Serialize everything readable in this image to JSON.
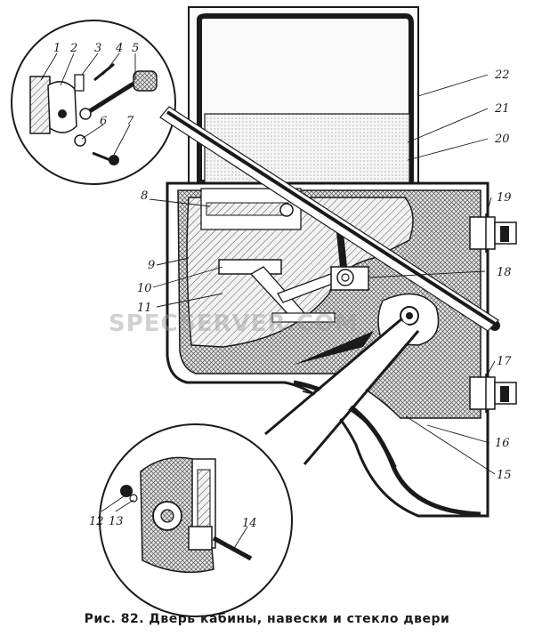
{
  "caption": "Рис. 82. Дверь кабины, навески и стекло двери",
  "watermark": "SPECSERVER.COM",
  "callouts": {
    "c1": "1",
    "c2": "2",
    "c3": "3",
    "c4": "4",
    "c5": "5",
    "c6": "6",
    "c7": "7",
    "c8": "8",
    "c9": "9",
    "c10": "10",
    "c11": "11",
    "c12": "12",
    "c13": "13",
    "c14": "14",
    "c15": "15",
    "c16": "16",
    "c17": "17",
    "c18": "18",
    "c19": "19",
    "c20": "20",
    "c21": "21",
    "c22": "22"
  },
  "colors": {
    "ink": "#1a1a1a",
    "paper": "#ffffff",
    "shade": "#8c8c8c"
  }
}
